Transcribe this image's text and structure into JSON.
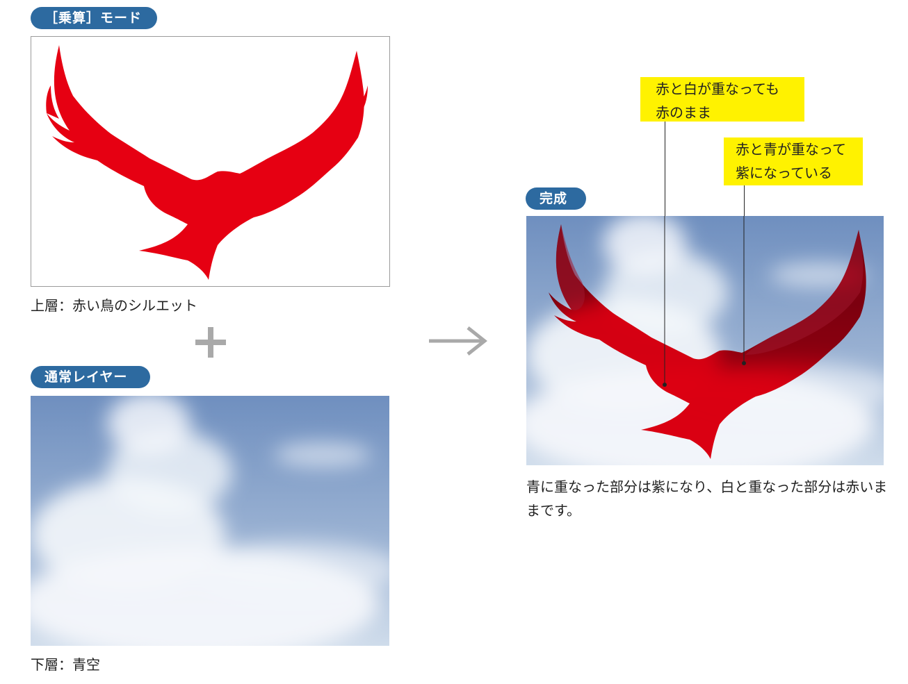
{
  "layers": {
    "upper": {
      "badge": "［乗算］モード",
      "caption": "上層：赤い鳥のシルエット"
    },
    "lower": {
      "badge": "通常レイヤー",
      "caption": "下層：青空"
    },
    "plus_symbol": "+",
    "arrow_symbol": "→"
  },
  "result": {
    "badge": "完成",
    "caption": "青に重なった部分は紫になり、白と重なった部分は赤いままです。",
    "callouts": [
      {
        "line1": "赤と白が重なっても",
        "line2": "赤のまま"
      },
      {
        "line1": "赤と青が重なって",
        "line2": "紫になっている"
      }
    ]
  },
  "colors": {
    "badge_bg": "#2d6aa0",
    "bird_red": "#e60012",
    "callout_bg": "#fff200",
    "sky_top": "#6b8cbd",
    "sky_bottom": "#c9d8ea"
  }
}
